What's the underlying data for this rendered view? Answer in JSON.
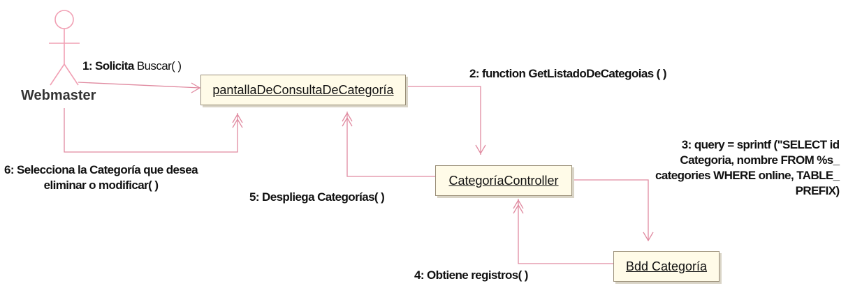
{
  "colors": {
    "connector": "#e08aa0",
    "actor_stroke": "#f1a0b4",
    "object_fill": "#fffbe8",
    "object_border": "#9a8f78"
  },
  "actor": {
    "name": "Webmaster",
    "icon": "stick-figure-actor-icon"
  },
  "objects": [
    {
      "id": "pantalla",
      "label": "pantallaDeConsultaDeCategoría"
    },
    {
      "id": "controller",
      "label": "CategoríaController"
    },
    {
      "id": "bdd",
      "label": "Bdd Categoría"
    }
  ],
  "messages": {
    "m1_prefix": "1: Solicita ",
    "m1_call": "Buscar( )",
    "m2": "2: function GetListadoDeCategoias ( )",
    "m3": "3: query = sprintf (\"SELECT id\nCategoria, nombre FROM %s_\ncategories WHERE online, TABLE_\nPREFIX)",
    "m4": "4: Obtiene registros( )",
    "m5": "5: Despliega Categorías( )",
    "m6": "6: Selecciona la Categoría que desea\neliminar o modificar( )"
  }
}
